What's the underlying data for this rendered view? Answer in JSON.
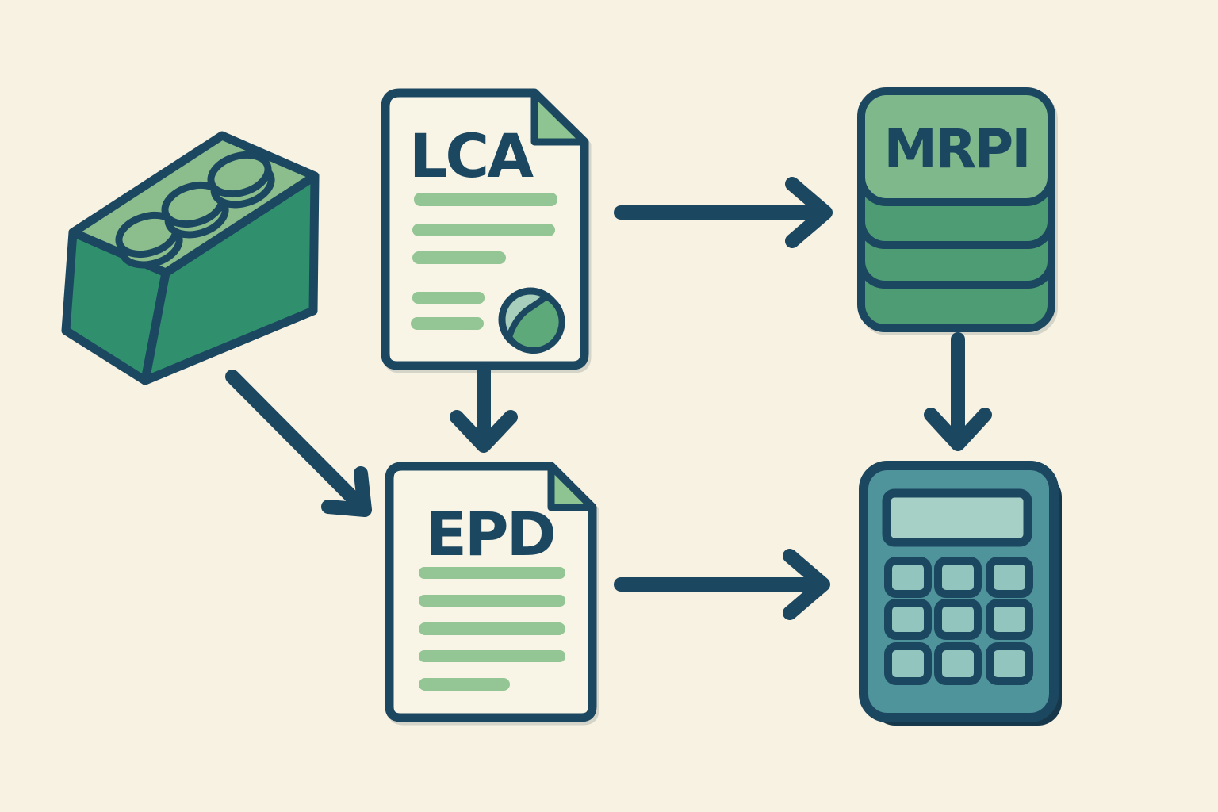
{
  "title": "Material LCA to EPD and MRPI database to calculator flow",
  "nodes": {
    "brick": {
      "name": "building-material-brick"
    },
    "lca_document": {
      "label": "LCA"
    },
    "epd_document": {
      "label": "EPD"
    },
    "mrpi_database": {
      "label": "MRPI"
    },
    "calculator": {
      "name": "calculator"
    }
  },
  "edges": [
    {
      "from": "lca_document",
      "to": "mrpi_database",
      "direction": "right"
    },
    {
      "from": "lca_document",
      "to": "epd_document",
      "direction": "down"
    },
    {
      "from": "brick",
      "to": "epd_document",
      "direction": "down-right"
    },
    {
      "from": "epd_document",
      "to": "calculator",
      "direction": "right"
    },
    {
      "from": "mrpi_database",
      "to": "calculator",
      "direction": "down"
    }
  ],
  "colors": {
    "background": "#F8F2E2",
    "outline": "#1C4760",
    "paper": "#F8F5E7",
    "line_green": "#94C594",
    "fold_green": "#8DC491",
    "brick_top": "#8CBD8C",
    "brick_side": "#30906E",
    "db_top": "#7FB98B",
    "db_band": "#4E9C73",
    "leaf_light": "#A7CFBB",
    "leaf_dark": "#5EA97A",
    "calc_body": "#4F939B",
    "calc_display": "#A6D0C5",
    "calc_button": "#92C5BD",
    "calc_shadow": "#17384A"
  }
}
